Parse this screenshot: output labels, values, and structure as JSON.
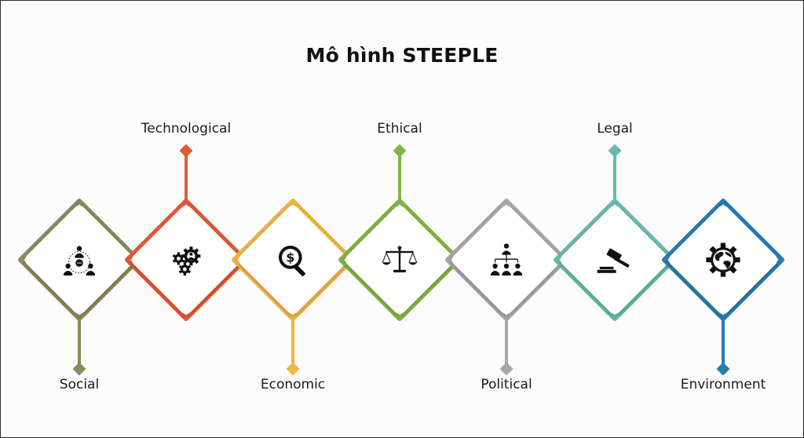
{
  "title": "Mô hình STEEPLE",
  "items": [
    {
      "label": "Social",
      "color": "#8d8a59",
      "icon": "people-network-icon",
      "position": "bottom"
    },
    {
      "label": "Technological",
      "color": "#e05a37",
      "icon": "gears-person-icon",
      "position": "top"
    },
    {
      "label": "Economic",
      "color": "#f0b440",
      "icon": "dollar-magnifier-icon",
      "position": "bottom"
    },
    {
      "label": "Ethical",
      "color": "#80b544",
      "icon": "balance-scale-icon",
      "position": "top"
    },
    {
      "label": "Political",
      "color": "#a7a7a7",
      "icon": "org-chart-icon",
      "position": "bottom"
    },
    {
      "label": "Legal",
      "color": "#66bba8",
      "icon": "gavel-icon",
      "position": "top"
    },
    {
      "label": "Environment",
      "color": "#2b7bb0",
      "icon": "globe-gear-icon",
      "position": "bottom"
    }
  ]
}
